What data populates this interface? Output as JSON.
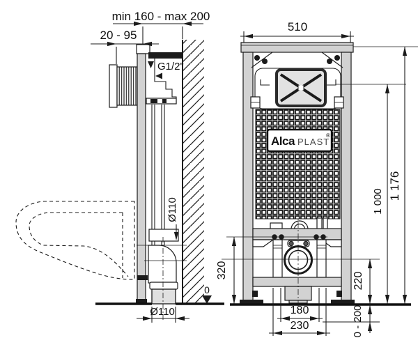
{
  "brand": {
    "name_bold": "Alca",
    "name_light": "PLAST",
    "trademark": "®"
  },
  "side_view": {
    "wall_offset_range": "min 160 - max 200",
    "frame_depth_range": "20 - 95",
    "water_supply_thread": "G1/2\"",
    "outlet_pipe_diameter_side": "Ø110",
    "outlet_pipe_diameter_bottom": "Ø110",
    "floor_datum": "0"
  },
  "front_view": {
    "frame_width": "510",
    "frame_height": "1 176",
    "flush_plate_center_height": "1 000",
    "fixing_rail_height": "320",
    "outlet_center_height": "220",
    "leg_adjustment_range": "0 - 200",
    "mounting_stud_spacing": "180",
    "outlet_flange_spacing": "230"
  },
  "colors": {
    "line": "#1b1b1b",
    "profile_gray": "#d2d2d2",
    "panel_gray": "#e2e2e2",
    "background": "#ffffff"
  }
}
